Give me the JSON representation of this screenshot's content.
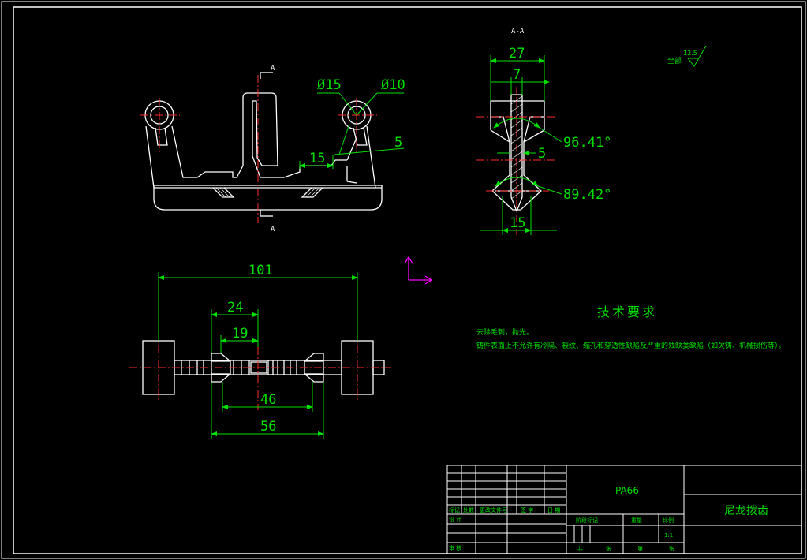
{
  "section_label": "A-A",
  "section_mark": "A",
  "dims": {
    "phi15": "Ø15",
    "phi10": "Ø10",
    "d15_front": "15",
    "d5_front": "5",
    "d101": "101",
    "d24": "24",
    "d19": "19",
    "d46": "46",
    "d56": "56",
    "d27": "27",
    "d7": "7",
    "angle1": "96.41°",
    "d5_side": "5",
    "angle2": "89.42°",
    "d15_side": "15"
  },
  "roughness": {
    "prefix": "全部",
    "value": "12.5"
  },
  "tech": {
    "title": "技术要求",
    "line1": "去除毛刺，抛光。",
    "line2": "铸件表面上不允许有冷隔、裂纹、缩孔和穿透性缺陷及严重的残缺类缺陷（如欠铸、机械损伤等）。"
  },
  "title_block": {
    "material": "PA66",
    "part_name": "尼龙拨齿",
    "scale": "1:1",
    "rev_headers": [
      "标记",
      "处数",
      "更改文件号",
      "签 字",
      "日 期"
    ],
    "sign_rows": [
      "设 计",
      "审 核"
    ],
    "stage_headers": [
      "阶段标记",
      "重量",
      "比例"
    ],
    "bottom_labels": [
      "共",
      "张",
      "第",
      "张"
    ]
  },
  "colors": {
    "background": "#000000",
    "outline": "#ffffff",
    "dimension": "#00e000",
    "centerline": "#ff2a2a",
    "ucs": "#ff00ff"
  }
}
